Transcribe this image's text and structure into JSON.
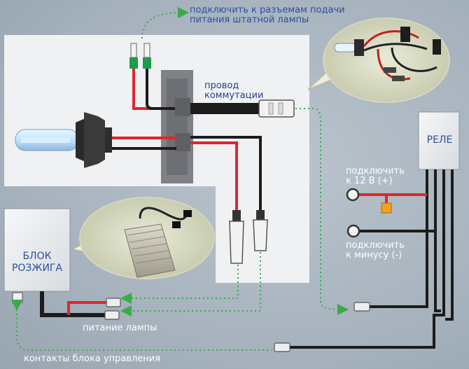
{
  "labels": {
    "connect_to_lamp_sockets": "подключить к разъемам подачи\nпитания штатной лампы",
    "switching_wire": "провод\nкоммутации",
    "relay": "РЕЛЕ",
    "connect_12v": "подключить\nк 12 В (+)",
    "connect_minus": "подключить\nк минусу (-)",
    "ballast_unit": "БЛОК\nРОЗЖИГА",
    "lamp_power": "питание лампы",
    "control_contacts": "контакты блока управления"
  },
  "colors": {
    "wire_red": "#e0262a",
    "wire_black": "#1c1c1c",
    "arrow_green": "#3aaa4a",
    "label_blue": "#2a4fa0",
    "panel": "#eff1f3"
  }
}
